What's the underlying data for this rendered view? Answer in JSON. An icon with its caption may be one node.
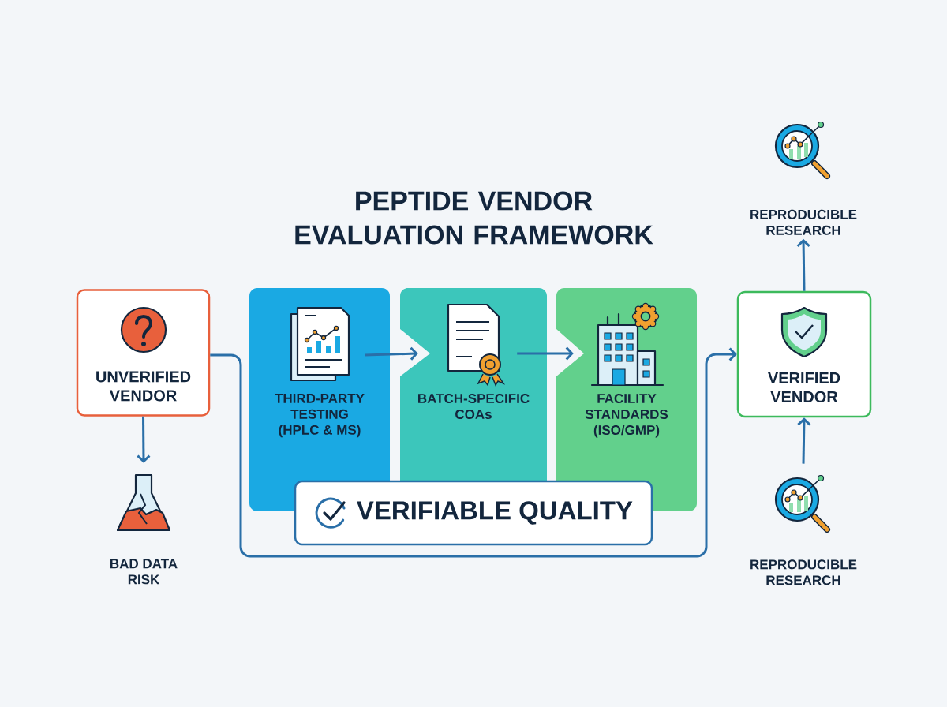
{
  "diagram": {
    "title": "PEPTIDE VENDOR EVALUATION FRAMEWORK",
    "nodes": [
      {
        "text": [
          "UNVERIFIED VENDOR"
        ]
      },
      {
        "text": [
          "BAD DATA RISK"
        ]
      },
      {
        "text": [
          "THIRD-PARTY TESTING (HPLC & MS)"
        ]
      },
      {
        "text": [
          "BATCH-SPECIFIC COAs"
        ]
      },
      {
        "text": [
          "FACILITY STANDARDS (ISO/GMP)"
        ]
      },
      {
        "text": [
          "VERIFIED VENDOR"
        ]
      },
      {
        "text": [
          "REPRODUCIBLE RESEARCH"
        ]
      },
      {
        "text": [
          "REPRODUCIBLE RESEARCH"
        ]
      },
      {
        "text": [
          "VERIFIABLE QUALITY"
        ]
      }
    ],
    "edges": [
      {
        "from": 0,
        "to": 1,
        "arrow": "to"
      },
      {
        "from": 2,
        "to": 3,
        "arrow": "to"
      },
      {
        "from": 3,
        "to": 4,
        "arrow": "to"
      },
      {
        "from": 0,
        "to": 5,
        "arrow": "to"
      },
      {
        "from": 5,
        "to": 6,
        "arrow": "to"
      },
      {
        "from": 7,
        "to": 5,
        "arrow": "to"
      }
    ]
  }
}
